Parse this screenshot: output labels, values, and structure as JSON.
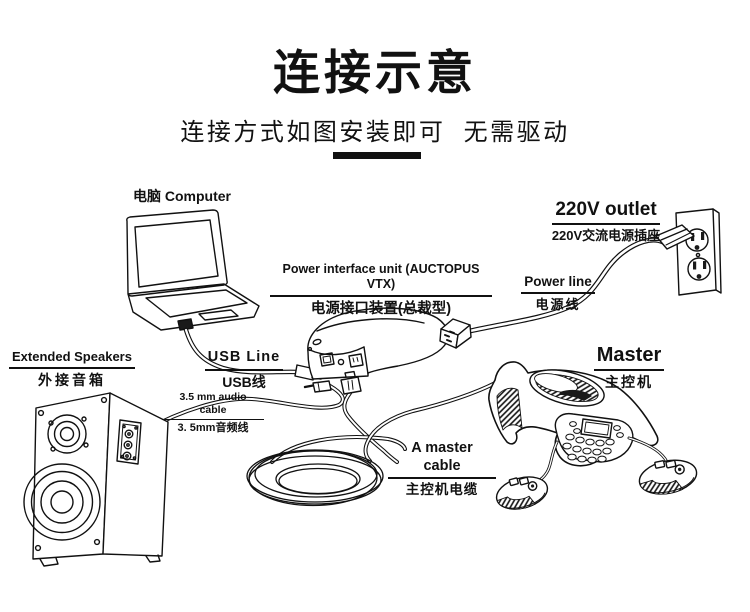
{
  "page": {
    "background": "#ffffff",
    "ink": "#111111"
  },
  "header": {
    "title": "连接示意",
    "subtitle": "连接方式如图安装即可  无需驱动"
  },
  "labels": {
    "computer": {
      "text": "电脑 Computer"
    },
    "power_unit": {
      "en": "Power interface unit (AUCTOPUS VTX)",
      "zh": "电源接口装置(总裁型)"
    },
    "outlet": {
      "en": "220V outlet",
      "zh": "220V交流电源插座"
    },
    "power_line": {
      "en": "Power line",
      "zh": "电源线"
    },
    "master": {
      "en": "Master",
      "zh": "主控机"
    },
    "speakers": {
      "en": "Extended Speakers",
      "zh": "外接音箱"
    },
    "usb": {
      "en": "USB Line",
      "zh": "USB线"
    },
    "audio": {
      "en": "3.5 mm audio cable",
      "zh": "3. 5mm音频线"
    },
    "master_cable": {
      "en": "A master cable",
      "zh": "主控机电缆"
    }
  },
  "illustrations": [
    "laptop",
    "power-interface-unit",
    "wall-outlet",
    "power-plug",
    "power-line-cable",
    "usb-cable",
    "audio-cable",
    "master-cable-coil",
    "conference-speakerphone",
    "microphone-pod-left",
    "microphone-pod-right",
    "bookshelf-speaker"
  ]
}
